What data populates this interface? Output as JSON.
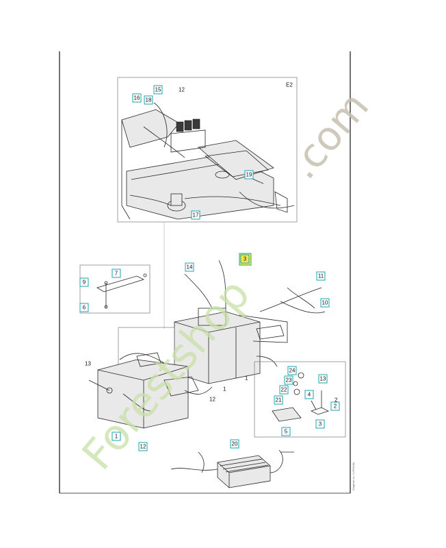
{
  "detail_tag": "E2",
  "callouts": [
    {
      "id": "c16",
      "label": "16"
    },
    {
      "id": "c15",
      "label": "15"
    },
    {
      "id": "c18",
      "label": "18"
    },
    {
      "id": "c19",
      "label": "19"
    },
    {
      "id": "c17",
      "label": "17"
    },
    {
      "id": "c14",
      "label": "14"
    },
    {
      "id": "c3",
      "label": "3"
    },
    {
      "id": "c7",
      "label": "7"
    },
    {
      "id": "c9",
      "label": "9"
    },
    {
      "id": "c6",
      "label": "6"
    },
    {
      "id": "c11",
      "label": "11"
    },
    {
      "id": "c10",
      "label": "10"
    },
    {
      "id": "c24",
      "label": "24"
    },
    {
      "id": "c23",
      "label": "23"
    },
    {
      "id": "c22",
      "label": "22"
    },
    {
      "id": "c21",
      "label": "21"
    },
    {
      "id": "c13b",
      "label": "13"
    },
    {
      "id": "c4",
      "label": "4"
    },
    {
      "id": "c2",
      "label": "2"
    },
    {
      "id": "c3b",
      "label": "3"
    },
    {
      "id": "c5",
      "label": "5"
    },
    {
      "id": "c1",
      "label": "1"
    },
    {
      "id": "c12",
      "label": "12"
    },
    {
      "id": "c20",
      "label": "20"
    }
  ],
  "plain_labels": [
    {
      "id": "p12a",
      "label": "12"
    },
    {
      "id": "p13",
      "label": "13"
    },
    {
      "id": "p12b",
      "label": "12"
    },
    {
      "id": "p1a",
      "label": "1"
    },
    {
      "id": "p1b",
      "label": "1"
    },
    {
      "id": "p2",
      "label": "2"
    }
  ],
  "side_code": "Diagram no. 1 (Fr/Unit)",
  "watermark": {
    "green": "Forestshop",
    "grey": ".com",
    "green_color": "#c8e0a6",
    "grey_color": "#c7c0b0"
  },
  "colors": {
    "callout_border": "#19a3b3",
    "highlight_orange": "#f2a63a",
    "highlight_yellow": "#f7e84a"
  }
}
